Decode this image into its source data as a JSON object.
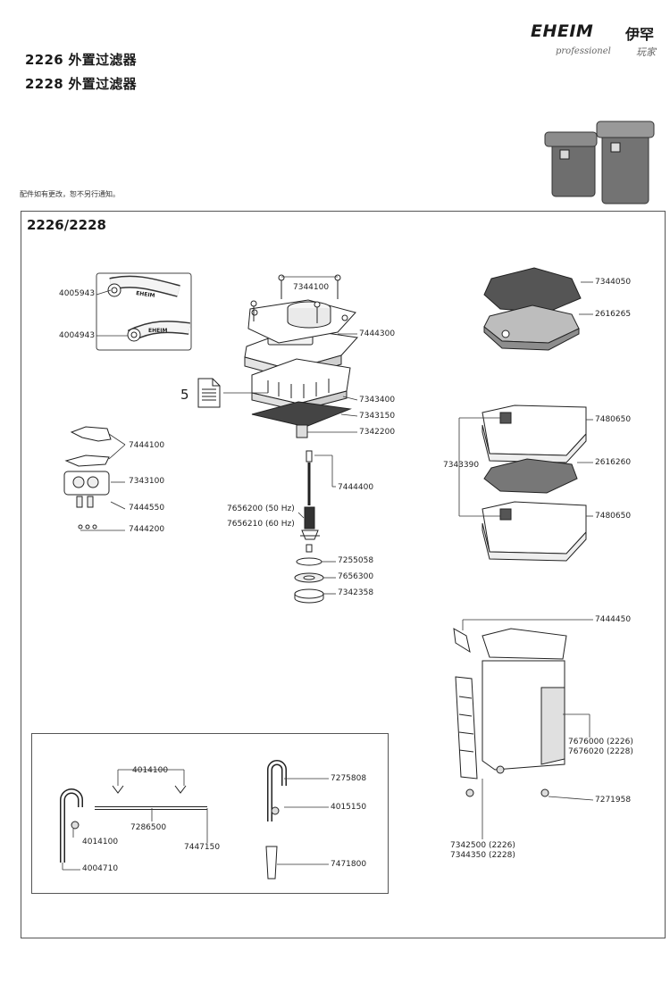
{
  "header": {
    "title_2226": "2226 外置过滤器",
    "title_2228": "2228 外置过滤器",
    "brand_name": "EHEIM",
    "brand_cn": "伊罕",
    "brand_sub": "professionel",
    "brand_sub_cn": "玩家",
    "note": "配件如有更改，恕不另行通知。"
  },
  "diagram": {
    "section_title": "2226/2228",
    "document_number": "5",
    "labels": [
      {
        "id": "l-4005943",
        "text": "4005943"
      },
      {
        "id": "l-4004943",
        "text": "4004943"
      },
      {
        "id": "l-7344100",
        "text": "7344100"
      },
      {
        "id": "l-7444300",
        "text": "7444300"
      },
      {
        "id": "l-7343400",
        "text": "7343400"
      },
      {
        "id": "l-7343150",
        "text": "7343150"
      },
      {
        "id": "l-7342200",
        "text": "7342200"
      },
      {
        "id": "l-7444100",
        "text": "7444100"
      },
      {
        "id": "l-7343100",
        "text": "7343100"
      },
      {
        "id": "l-7444550",
        "text": "7444550"
      },
      {
        "id": "l-7444200",
        "text": "7444200"
      },
      {
        "id": "l-7444400",
        "text": "7444400"
      },
      {
        "id": "l-7656200",
        "text": "7656200 (50 Hz)"
      },
      {
        "id": "l-7656210",
        "text": "7656210 (60 Hz)"
      },
      {
        "id": "l-7255058",
        "text": "7255058"
      },
      {
        "id": "l-7656300",
        "text": "7656300"
      },
      {
        "id": "l-7342358",
        "text": "7342358"
      },
      {
        "id": "l-7344050",
        "text": "7344050"
      },
      {
        "id": "l-2616265",
        "text": "2616265"
      },
      {
        "id": "l-7480650a",
        "text": "7480650"
      },
      {
        "id": "l-7343390",
        "text": "7343390"
      },
      {
        "id": "l-2616260",
        "text": "2616260"
      },
      {
        "id": "l-7480650b",
        "text": "7480650"
      },
      {
        "id": "l-7444450",
        "text": "7444450"
      },
      {
        "id": "l-7676000",
        "text": "7676000 (2226)"
      },
      {
        "id": "l-7676020",
        "text": "7676020 (2228)"
      },
      {
        "id": "l-7271958",
        "text": "7271958"
      },
      {
        "id": "l-7342500",
        "text": "7342500 (2226)"
      },
      {
        "id": "l-7344350",
        "text": "7344350 (2228)"
      },
      {
        "id": "l-4014100a",
        "text": "4014100"
      },
      {
        "id": "l-7286500",
        "text": "7286500"
      },
      {
        "id": "l-4014100b",
        "text": "4014100"
      },
      {
        "id": "l-7447150",
        "text": "7447150"
      },
      {
        "id": "l-4004710",
        "text": "4004710"
      },
      {
        "id": "l-7275808",
        "text": "7275808"
      },
      {
        "id": "l-4015150",
        "text": "4015150"
      },
      {
        "id": "l-7471800",
        "text": "7471800"
      }
    ],
    "hose_brand": "EHEIM"
  }
}
